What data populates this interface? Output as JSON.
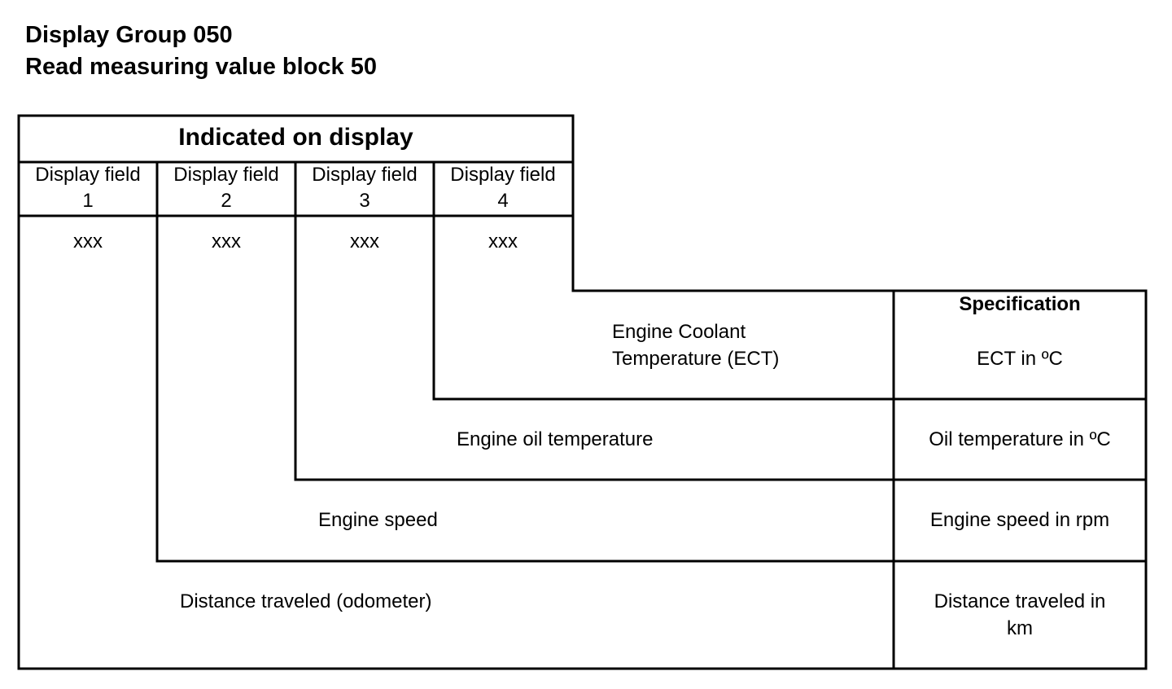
{
  "header": {
    "title_line1": "Display Group 050",
    "title_line2": "Read measuring value block 50"
  },
  "table": {
    "indicated_header": "Indicated on display",
    "fields": [
      {
        "label": "Display field",
        "number": "1",
        "value": "xxx"
      },
      {
        "label": "Display field",
        "number": "2",
        "value": "xxx"
      },
      {
        "label": "Display field",
        "number": "3",
        "value": "xxx"
      },
      {
        "label": "Display field",
        "number": "4",
        "value": "xxx"
      }
    ],
    "specification_header": "Specification",
    "rows": [
      {
        "description_line1": "Engine Coolant",
        "description_line2": "Temperature (ECT)",
        "spec": "ECT in ºC"
      },
      {
        "description": "Engine oil temperature",
        "spec": "Oil temperature in ºC"
      },
      {
        "description": "Engine speed",
        "spec": "Engine speed in rpm"
      },
      {
        "description": "Distance traveled (odometer)",
        "spec_line1": "Distance traveled in",
        "spec_line2": "km"
      }
    ]
  }
}
